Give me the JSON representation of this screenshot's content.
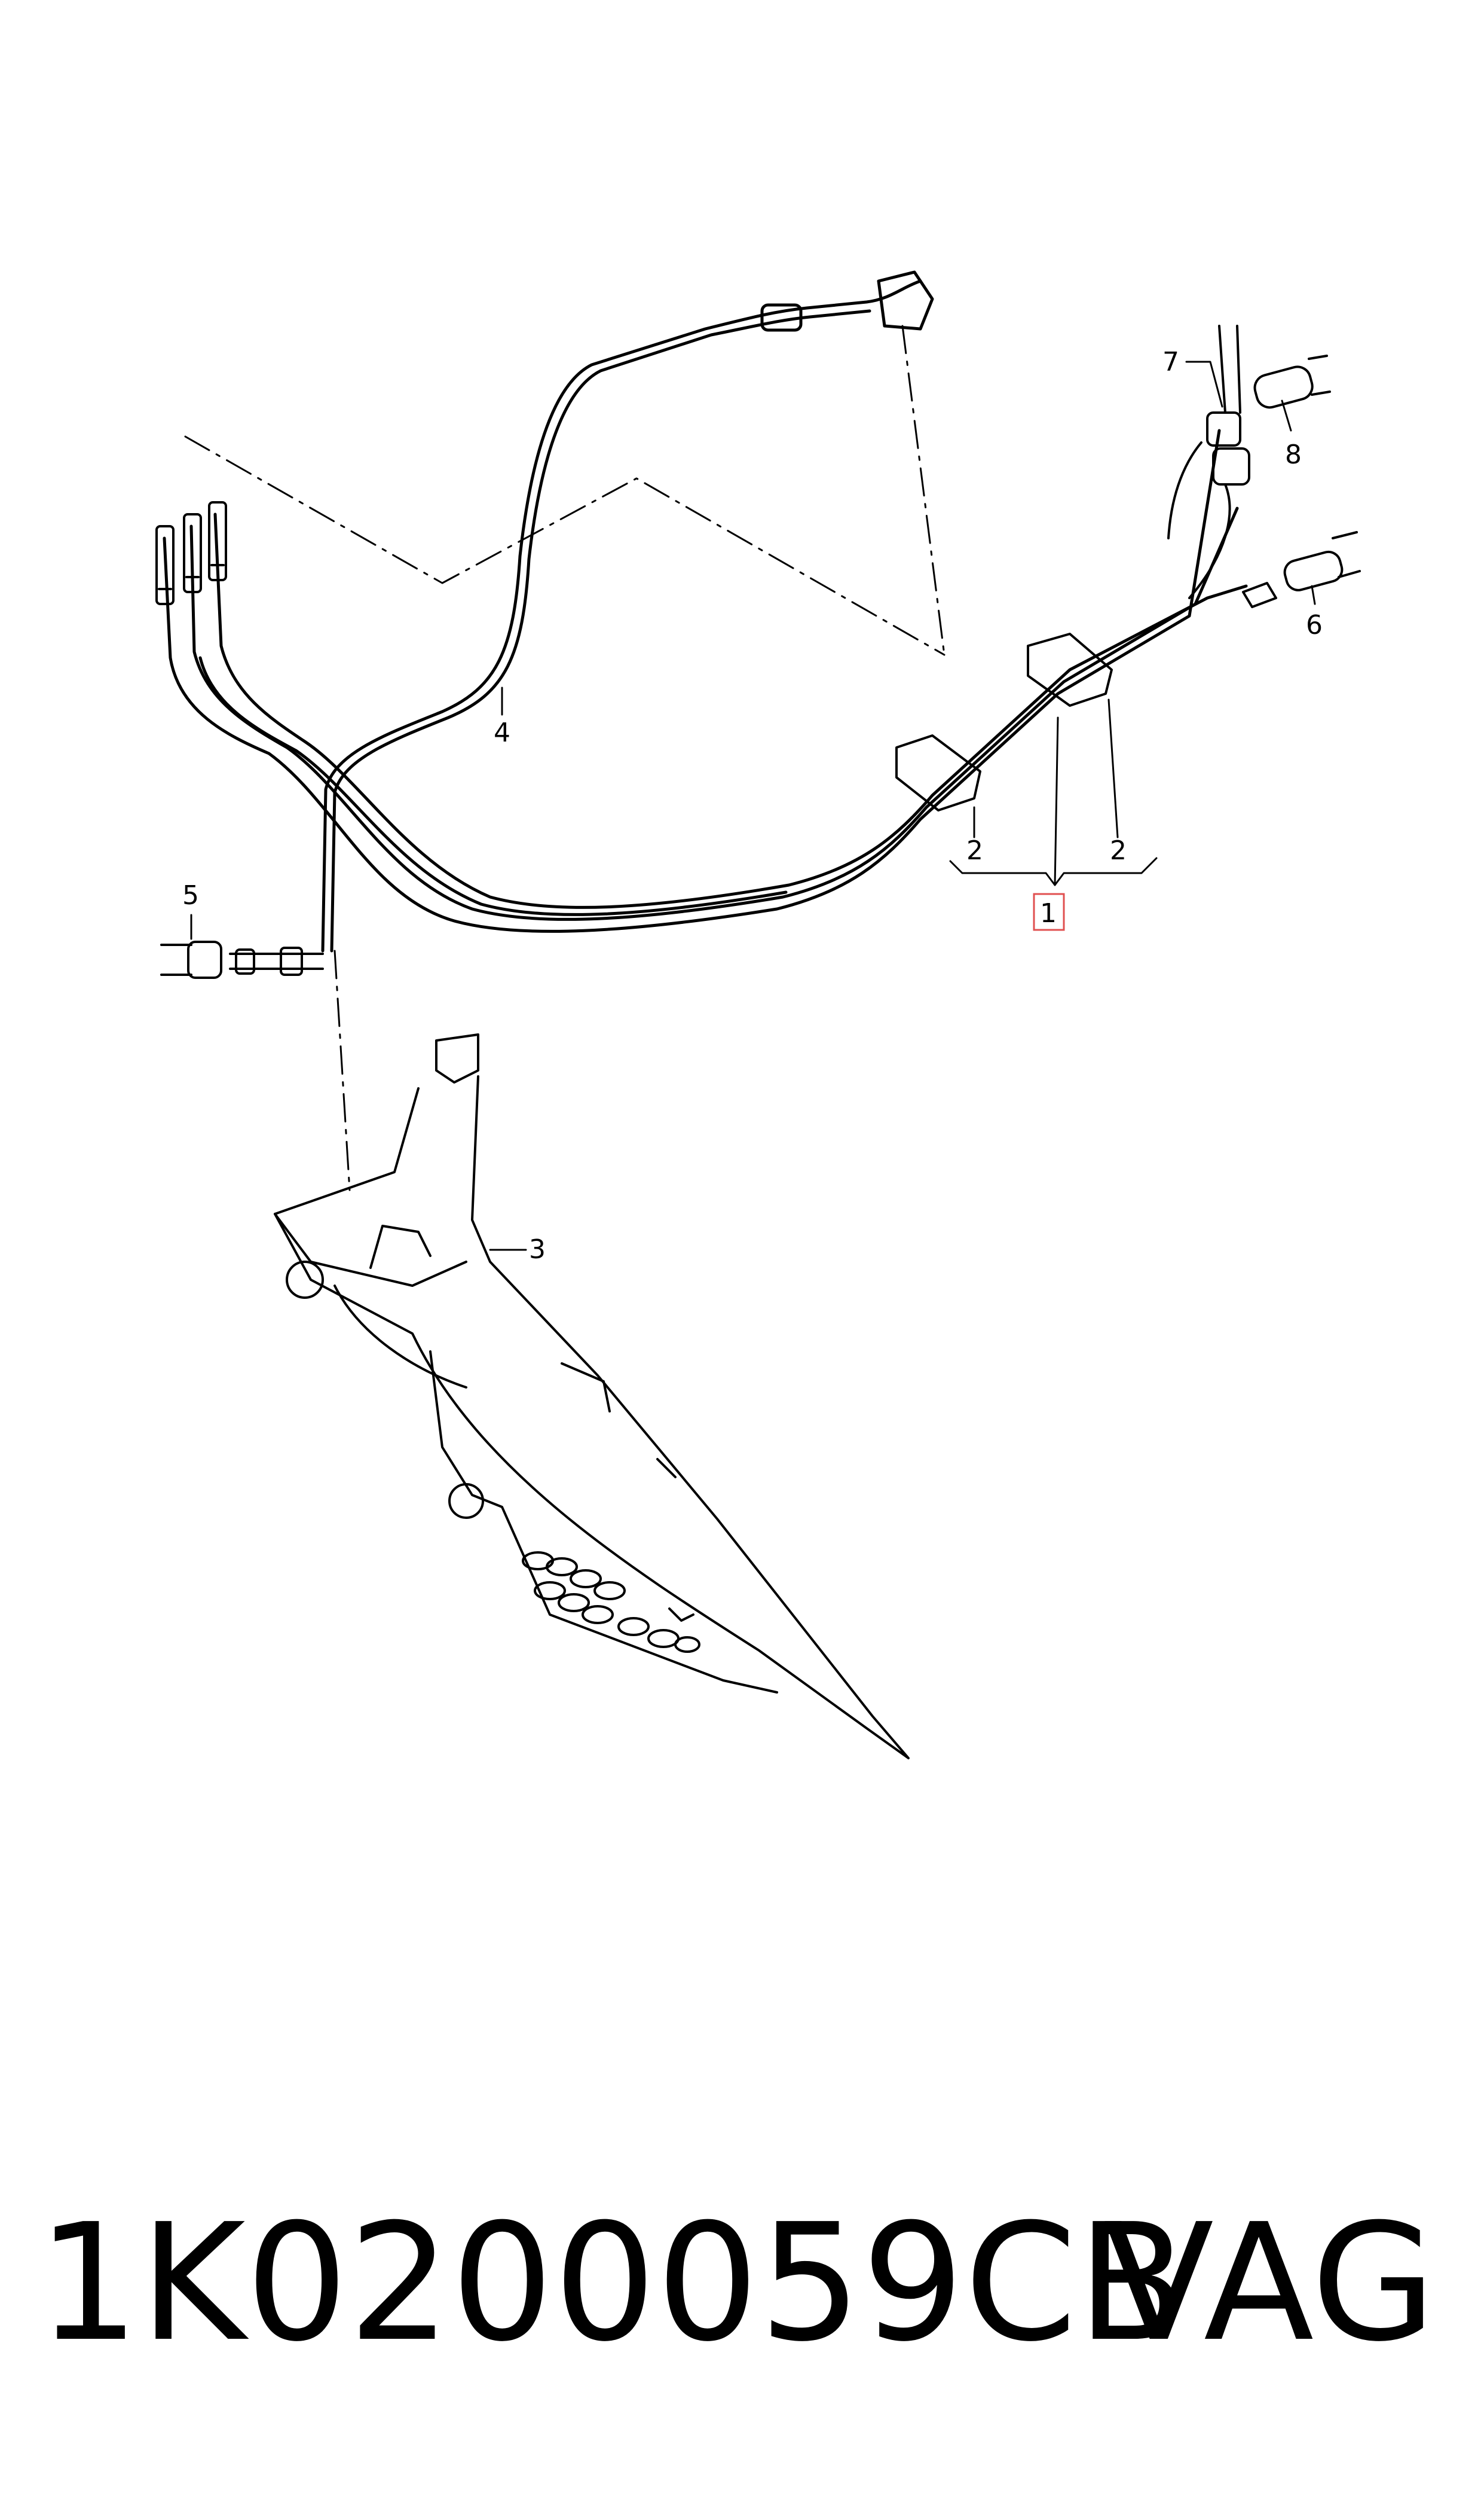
{
  "diagram": {
    "callouts": {
      "c1": "1",
      "c2a": "2",
      "c2b": "2",
      "c3": "3",
      "c4": "4",
      "c5": "5",
      "c6": "6",
      "c7": "7",
      "c8": "8"
    },
    "highlight_color": "#e05050"
  },
  "footer": {
    "part_number": "1K0200059CB",
    "brand": "VAG"
  }
}
